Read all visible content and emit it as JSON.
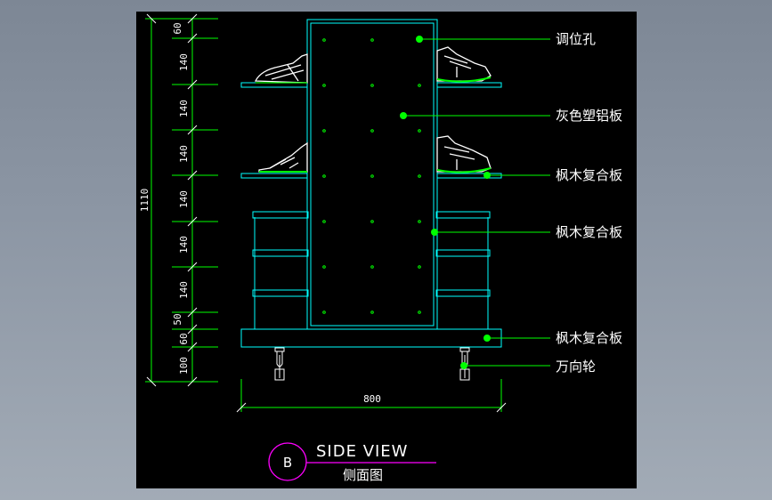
{
  "drawing": {
    "labels": {
      "adjust_hole": "调位孔",
      "gray_panel": "灰色塑铝板",
      "maple_1": "枫木复合板",
      "maple_2": "枫木复合板",
      "maple_3": "枫木复合板",
      "caster": "万向轮"
    },
    "dimensions": {
      "overall_height": "1110",
      "segments": [
        "60",
        "140",
        "140",
        "140",
        "140",
        "140",
        "140",
        "50",
        "60",
        "100"
      ],
      "width": "800"
    },
    "title_block": {
      "circle_letter": "B",
      "title_en": "SIDE VIEW",
      "title_cn": "侧面图"
    }
  },
  "colors": {
    "background": "#000000",
    "outline": "#00ffff",
    "accent": "#00ff00",
    "leader": "#00ff00",
    "title_circle": "#ff00ff",
    "text": "#ffffff"
  }
}
